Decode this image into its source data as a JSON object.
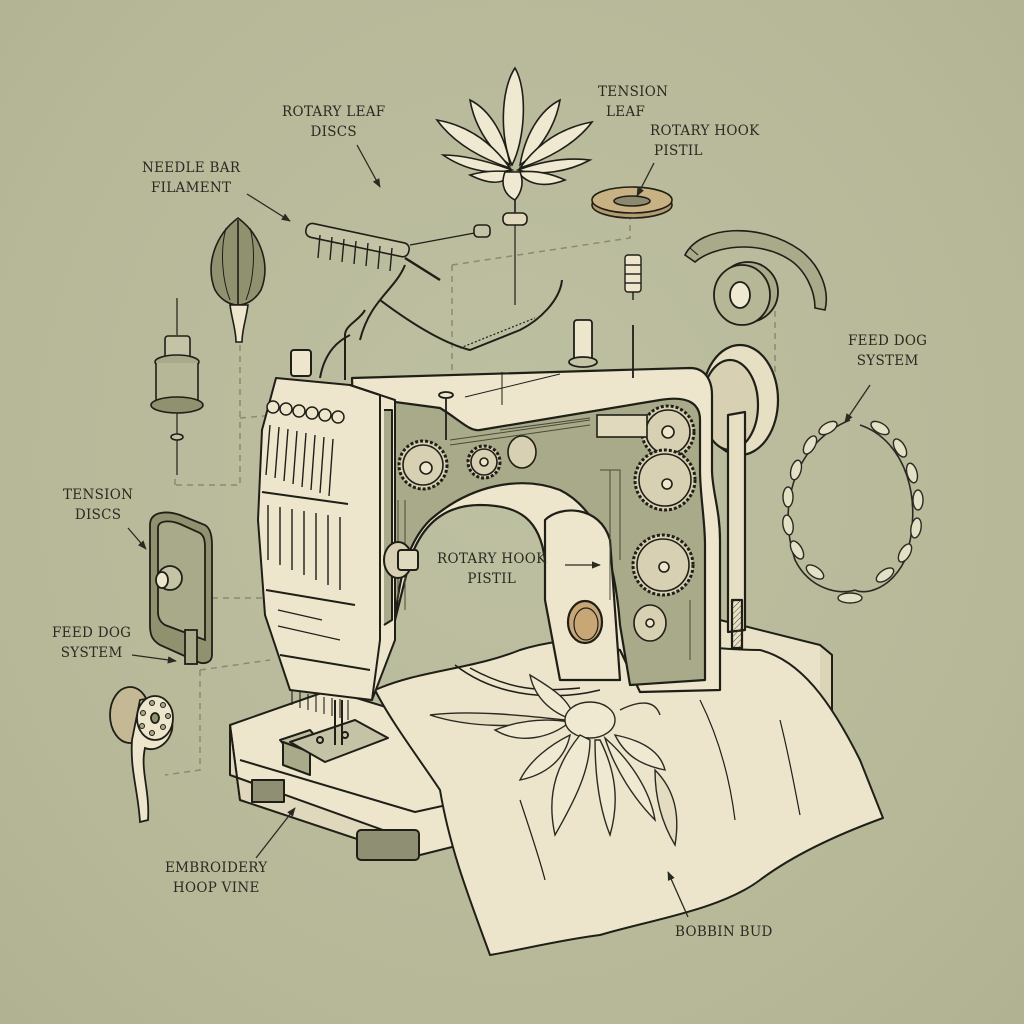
{
  "diagram": {
    "subject": "Exploded embroidery sewing machine with botanical parts",
    "colors": {
      "background": "#b8ba9a",
      "machine_body": "#ede6cc",
      "mechanism_fill": "#a9aa8a",
      "ink": "#2a2a22",
      "bronze_accent": "#c9a676",
      "dashed_leader": "#8a8a72"
    },
    "labels": [
      {
        "id": "rotary-leaf-discs",
        "line1": "ROTARY LEAF",
        "line2": "DISCS"
      },
      {
        "id": "needle-bar-filament",
        "line1": "NEEDLE BAR",
        "line2": "FILAMENT"
      },
      {
        "id": "tension-leaf",
        "line1": "TENSION",
        "line2": "LEAF"
      },
      {
        "id": "rotary-hook-pistil-top",
        "line1": "ROTARY HOOK",
        "line2": "PISTIL"
      },
      {
        "id": "feed-dog-system-right",
        "line1": "FEED DOG",
        "line2": "SYSTEM"
      },
      {
        "id": "tension-discs",
        "line1": "TENSION",
        "line2": "DISCS"
      },
      {
        "id": "feed-dog-system-left",
        "line1": "FEED DOG",
        "line2": "SYSTEM"
      },
      {
        "id": "rotary-hook-pistil-center",
        "line1": "ROTARY HOOK",
        "line2": "PISTIL"
      },
      {
        "id": "embroidery-hoop-vine",
        "line1": "EMBROIDERY",
        "line2": "HOOP VINE"
      },
      {
        "id": "bobbin-bud",
        "line1": "BOBBIN BUD",
        "line2": ""
      }
    ],
    "parts": [
      "lotus-flower-needle",
      "bronze-ring-disc",
      "thread-spool-small",
      "bobbin-winder-arc",
      "tape-roll",
      "laurel-wreath",
      "closed-flower-bud",
      "tension-assembly",
      "needle-bar-rack",
      "tension-plate",
      "bobbin-spoon",
      "embroidery-machine",
      "embroidered-fabric"
    ]
  }
}
